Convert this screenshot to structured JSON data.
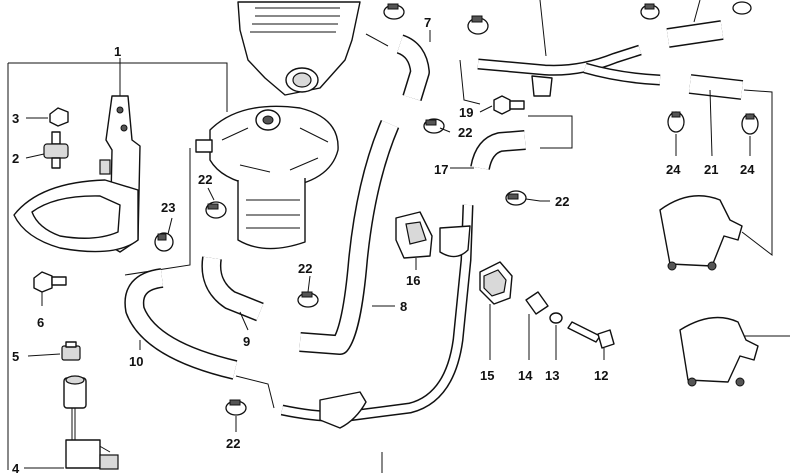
{
  "callouts": {
    "c1": "1",
    "c2": "2",
    "c3": "3",
    "c4": "4",
    "c5": "5",
    "c6": "6",
    "c7": "7",
    "c8": "8",
    "c9": "9",
    "c10": "10",
    "c12": "12",
    "c13": "13",
    "c14": "14",
    "c15": "15",
    "c16": "16",
    "c17": "17",
    "c19": "19",
    "c21": "21",
    "c22a": "22",
    "c22b": "22",
    "c22c": "22",
    "c22d": "22",
    "c22e": "22",
    "c23": "23",
    "c24a": "24",
    "c24b": "24"
  },
  "icons": [
    "air-pump-icon",
    "air-filter-housing-icon",
    "hose-icon",
    "pipe-icon",
    "hose-clamp-icon",
    "bracket-icon",
    "bolt-icon",
    "nut-icon",
    "rubber-mount-icon",
    "valve-icon",
    "connector-icon",
    "gasket-icon",
    "sleeve-icon",
    "relay-plug-icon"
  ]
}
